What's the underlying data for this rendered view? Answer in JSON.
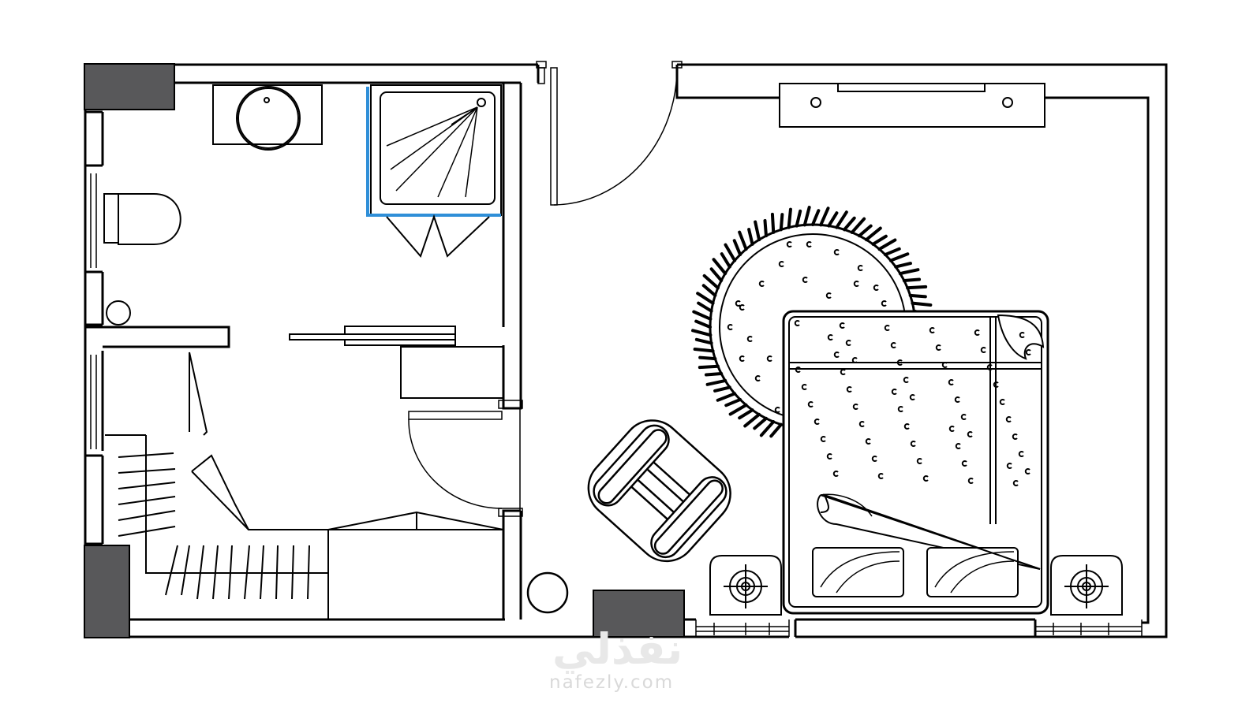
{
  "drawing": {
    "kind": "floor-plan",
    "colors": {
      "line": "#000000",
      "column_fill": "#58585a",
      "shower_glass": "#2f8fd8",
      "background": "#ffffff",
      "watermark": "#e6e6e6"
    },
    "rooms": [
      "bathroom",
      "wardrobe",
      "bedroom"
    ],
    "icons": [
      "shower-tray",
      "wash-basin",
      "toilet",
      "sliding-door",
      "swing-door",
      "round-rug",
      "armchair",
      "double-bed",
      "nightstand-lamp",
      "tv-unit"
    ]
  },
  "watermark": {
    "brand_arabic": "نفذلي",
    "url": "nafezly.com"
  }
}
